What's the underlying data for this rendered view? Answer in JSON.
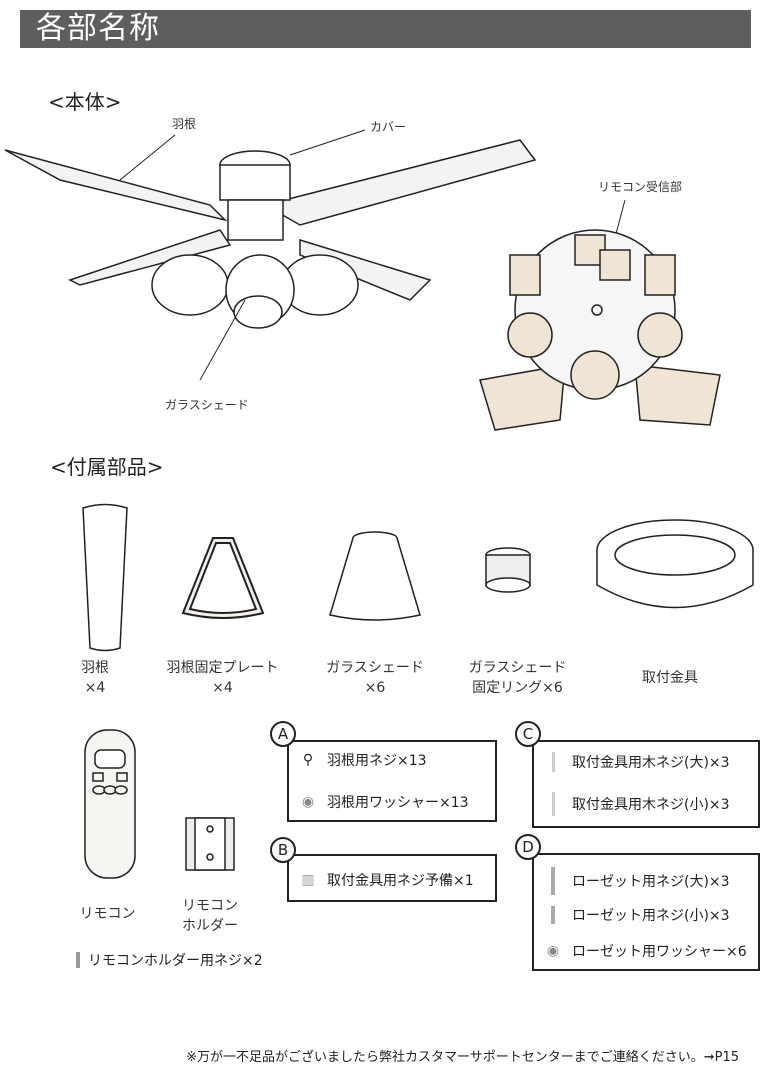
{
  "header": {
    "title": "各部名称"
  },
  "main_unit": {
    "heading": "<本体>",
    "labels": {
      "blade": "羽根",
      "cover": "カバー",
      "glass_shade": "ガラスシェード",
      "receiver": "リモコン受信部"
    }
  },
  "accessories": {
    "heading": "<付属部品>",
    "items": [
      {
        "name": "羽根",
        "qty": "×4"
      },
      {
        "name": "羽根固定プレート",
        "qty": "×4"
      },
      {
        "name": "ガラスシェード",
        "qty": "×6"
      },
      {
        "name": "ガラスシェード",
        "qty": "固定リング×6"
      },
      {
        "name": "取付金具",
        "qty": ""
      }
    ],
    "remote": "リモコン",
    "holder_line1": "リモコン",
    "holder_line2": "ホルダー",
    "holder_screw": "リモコンホルダー用ネジ×2"
  },
  "groups": [
    {
      "badge": "A",
      "items": [
        {
          "icon": "screw-icon",
          "text": "羽根用ネジ×13"
        },
        {
          "icon": "washer-icon",
          "text": "羽根用ワッシャー×13"
        }
      ]
    },
    {
      "badge": "B",
      "items": [
        {
          "icon": "bolt-icon",
          "text": "取付金具用ネジ予備×1"
        }
      ]
    },
    {
      "badge": "C",
      "items": [
        {
          "icon": "wood-screw-icon",
          "text": "取付金具用木ネジ(大)×3"
        },
        {
          "icon": "wood-screw-icon",
          "text": "取付金具用木ネジ(小)×3"
        }
      ]
    },
    {
      "badge": "D",
      "items": [
        {
          "icon": "long-screw-icon",
          "text": "ローゼット用ネジ(大)×3"
        },
        {
          "icon": "short-screw-icon",
          "text": "ローゼット用ネジ(小)×3"
        },
        {
          "icon": "washer-icon",
          "text": "ローゼット用ワッシャー×6"
        }
      ]
    }
  ],
  "footer": {
    "note": "※万が一不足品がございましたら弊社カスタマーサポートセンターまでご連絡ください。➞P15"
  }
}
